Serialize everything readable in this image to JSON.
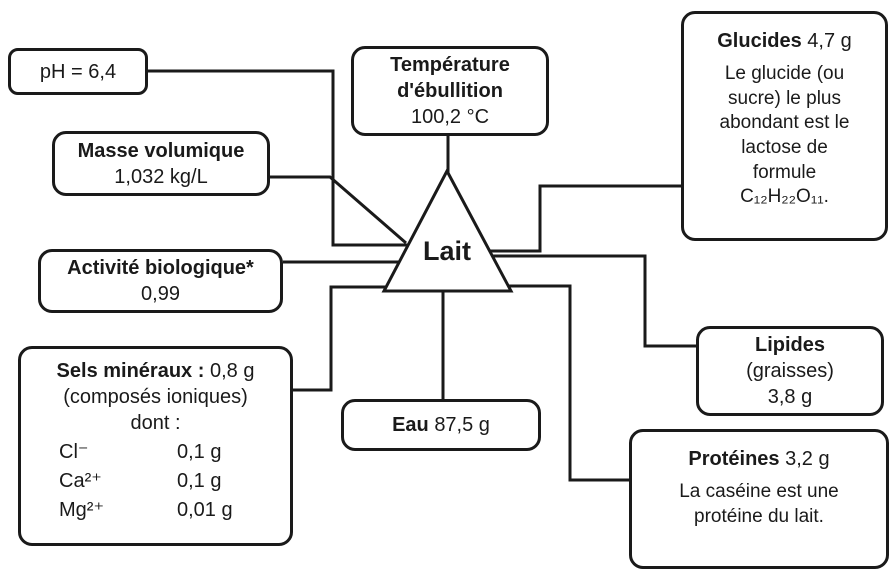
{
  "center": {
    "label": "Lait"
  },
  "ph": {
    "text": "pH = 6,4"
  },
  "masse_volumique": {
    "title": "Masse volumique",
    "value": "1,032 kg/L"
  },
  "activite_biologique": {
    "title": "Activité biologique*",
    "value": "0,99"
  },
  "sels_mineraux": {
    "title": "Sels minéraux :",
    "value": "0,8 g",
    "subtitle": "(composés ioniques)",
    "dont_label": "dont :",
    "ions": [
      {
        "symbol": "Cl⁻",
        "amount": "0,1 g"
      },
      {
        "symbol": "Ca²⁺",
        "amount": "0,1 g"
      },
      {
        "symbol": "Mg²⁺",
        "amount": "0,01 g"
      }
    ]
  },
  "temperature": {
    "title": "Température d'ébullition",
    "value": "100,2 °C"
  },
  "eau": {
    "title": "Eau",
    "value": "87,5 g"
  },
  "glucides": {
    "title": "Glucides",
    "value": "4,7 g",
    "description": "Le glucide (ou sucre) le plus abondant est le lactose de formule C₁₂H₂₂O₁₁."
  },
  "lipides": {
    "title": "Lipides",
    "subtitle": "(graisses)",
    "value": "3,8 g"
  },
  "proteines": {
    "title": "Protéines",
    "value": "3,2 g",
    "description": "La caséine est une protéine du lait."
  },
  "colors": {
    "line": "#1a1a1a",
    "border": "#1a1a1a",
    "text": "#1a1a1a",
    "background": "#ffffff"
  }
}
